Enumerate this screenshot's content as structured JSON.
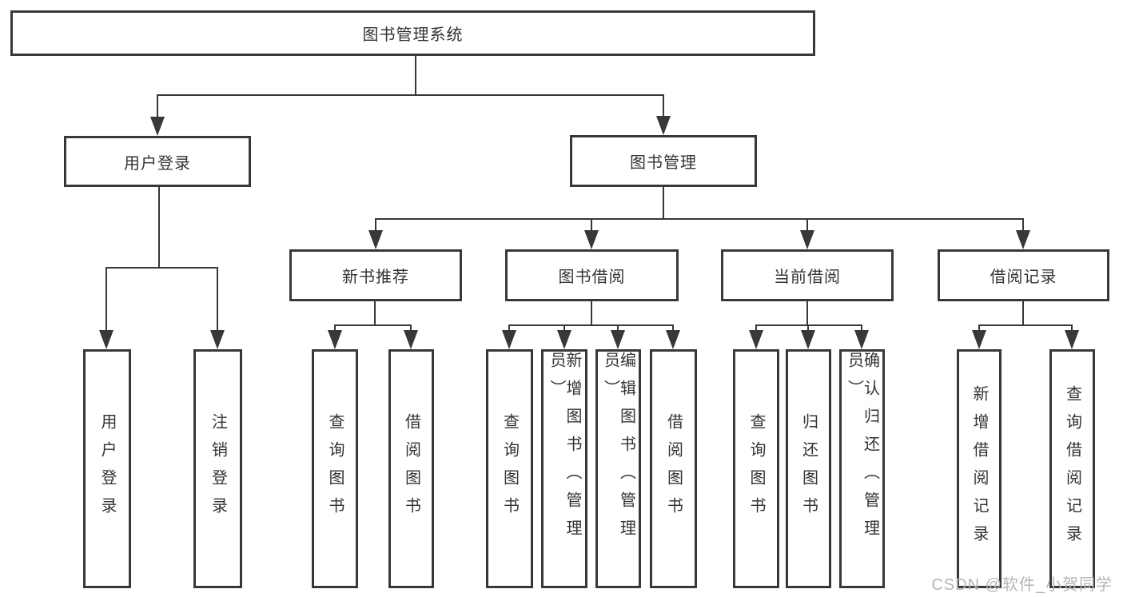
{
  "diagram_title": "图书管理系统",
  "nodes": {
    "root": {
      "label": "图书管理系统"
    },
    "level2": [
      {
        "label": "用户登录"
      },
      {
        "label": "图书管理"
      }
    ],
    "level3": [
      {
        "label": "新书推荐"
      },
      {
        "label": "图书借阅"
      },
      {
        "label": "当前借阅"
      },
      {
        "label": "借阅记录"
      }
    ],
    "leaves": {
      "user_login": [
        "用户登录",
        "注销登录"
      ],
      "new_book_recommend": [
        "查询图书",
        "借阅图书"
      ],
      "book_borrow": [
        "查询图书",
        "新增图书（管理员）",
        "编辑图书（管理员）",
        "借阅图书"
      ],
      "current_borrow": [
        "查询图书",
        "归还图书",
        "确认归还（管理员）"
      ],
      "borrow_records": [
        "新增借阅记录",
        "查询借阅记录"
      ]
    }
  },
  "watermark": {
    "text": "CSDN @软件_小贺同学",
    "color": "#b5b5b5"
  },
  "colors": {
    "line": "#383838",
    "box_border": "#383838",
    "text": "#333333",
    "background": "#ffffff"
  }
}
